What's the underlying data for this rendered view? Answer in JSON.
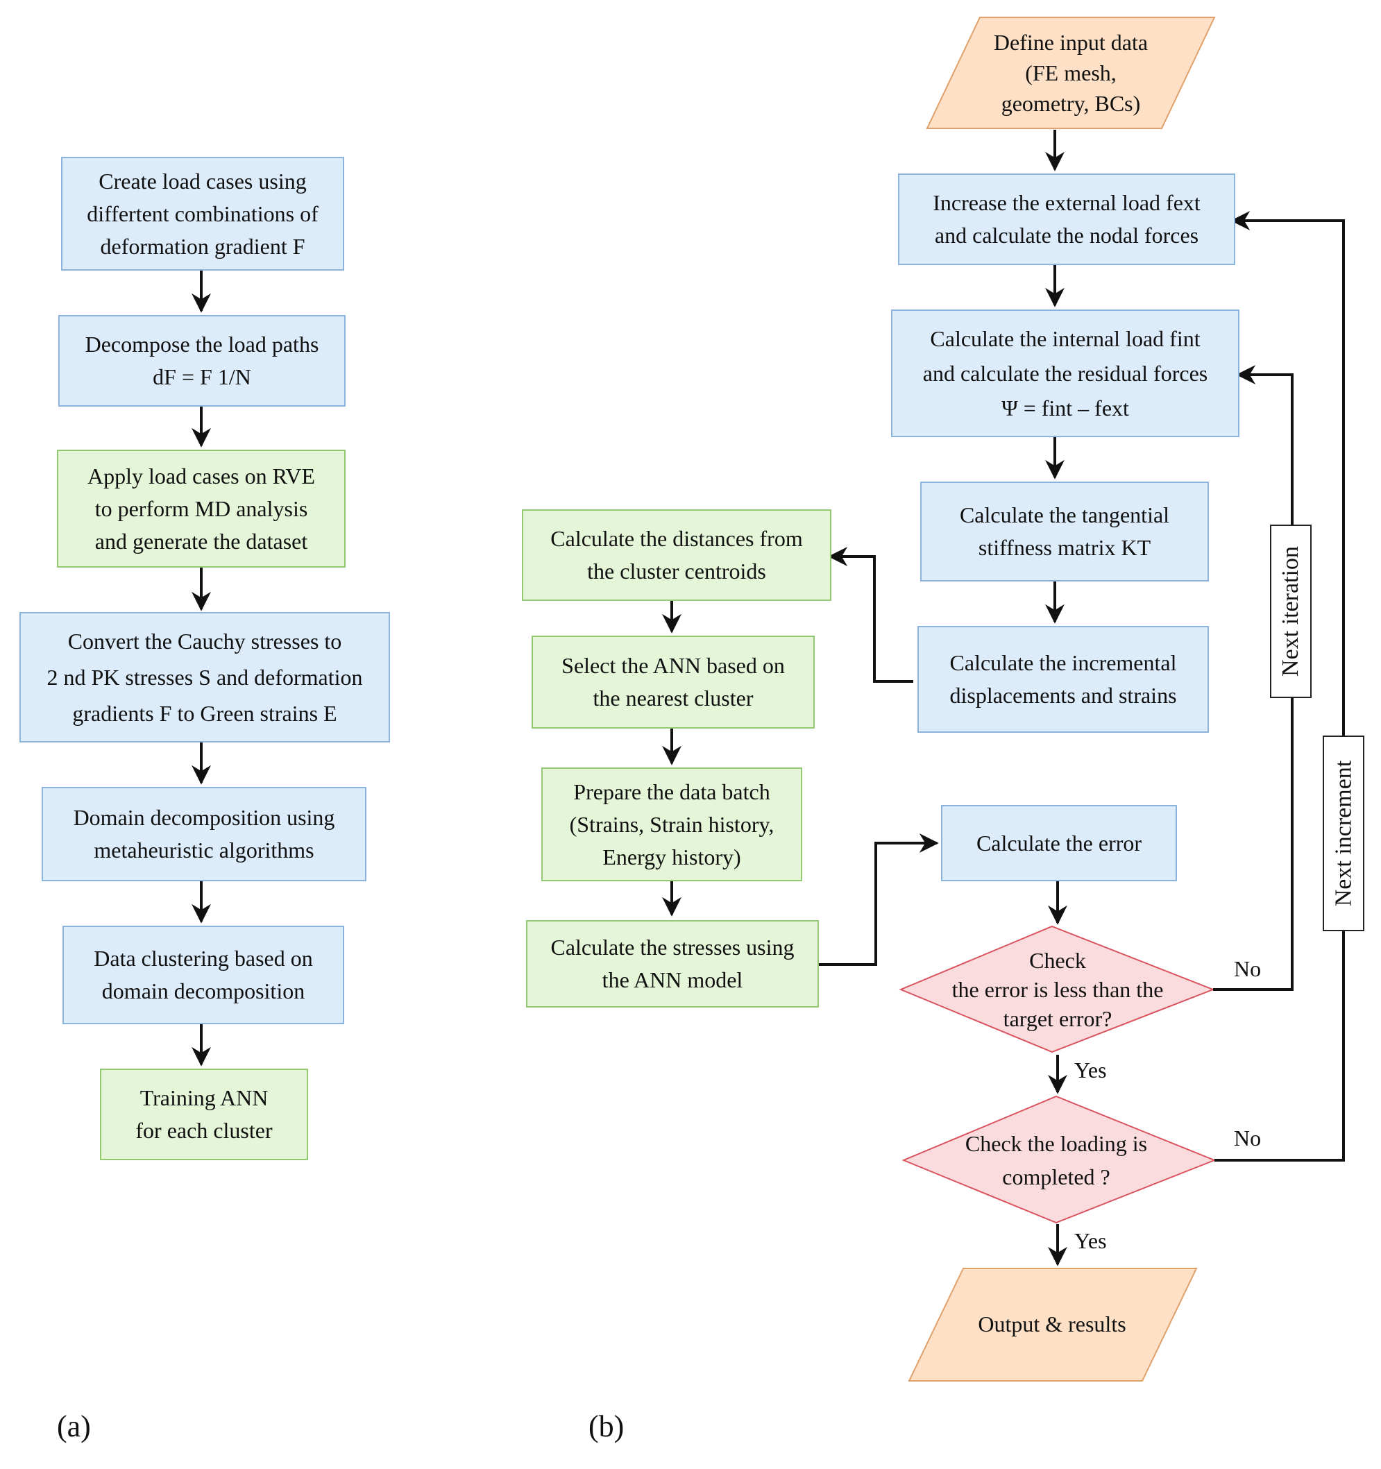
{
  "panel_a": {
    "label": "(a)",
    "steps": {
      "create_load_cases": [
        "Create load cases using",
        "differtent combinations of",
        "deformation gradient F"
      ],
      "decompose_load_paths": [
        "Decompose the load paths",
        "dF = F 1/N"
      ],
      "apply_load_cases": [
        "Apply load cases on RVE",
        "to perform MD analysis",
        "and generate the dataset"
      ],
      "convert_stresses": [
        "Convert the Cauchy stresses to",
        "2 nd PK stresses S and deformation",
        "gradients F to Green strains E"
      ],
      "domain_decomposition": [
        "Domain decomposition using",
        "metaheuristic algorithms"
      ],
      "data_clustering": [
        "Data clustering based on",
        "domain decomposition"
      ],
      "training_ann": [
        "Training ANN",
        "for each cluster"
      ]
    }
  },
  "panel_b": {
    "label": "(b)",
    "steps": {
      "define_input": [
        "Define input data",
        "(FE mesh,",
        "geometry, BCs)"
      ],
      "increase_external_load": [
        "Increase the external load fext",
        "and calculate the nodal forces"
      ],
      "calculate_internal_load": [
        "Calculate the internal load fint",
        "and calculate the residual forces",
        "Ψ = fint – fext"
      ],
      "tangential_stiffness": [
        "Calculate the tangential",
        "stiffness matrix KT"
      ],
      "incremental_displacements": [
        "Calculate the incremental",
        "displacements and strains"
      ],
      "distances_centroids": [
        "Calculate the distances from",
        "the cluster centroids"
      ],
      "select_ann": [
        "Select the ANN based on",
        "the nearest cluster"
      ],
      "prepare_batch": [
        "Prepare the data batch",
        "(Strains, Strain history,",
        "Energy history)"
      ],
      "calculate_stresses": [
        "Calculate the stresses using",
        "the ANN model"
      ],
      "calculate_error": [
        "Calculate the error"
      ],
      "check_error": [
        "Check",
        "the error is less than the",
        "target error?"
      ],
      "check_loading": [
        "Check the loading is",
        "completed ?"
      ],
      "output": [
        "Output & results"
      ]
    },
    "edge_labels": {
      "no_error": "No",
      "yes_error": "Yes",
      "no_loading": "No",
      "yes_loading": "Yes",
      "next_iteration": "Next iteration",
      "next_increment": "Next increment"
    }
  },
  "colors": {
    "blue_fill": "#dcecfb",
    "blue_border": "#8db2dc",
    "green_fill": "#e4f5d8",
    "green_border": "#94c772",
    "orange_fill": "#fde0c5",
    "orange_border": "#e0a06a",
    "red_fill": "#fbdcde",
    "red_border": "#d9545f",
    "arrow": "#111111"
  }
}
